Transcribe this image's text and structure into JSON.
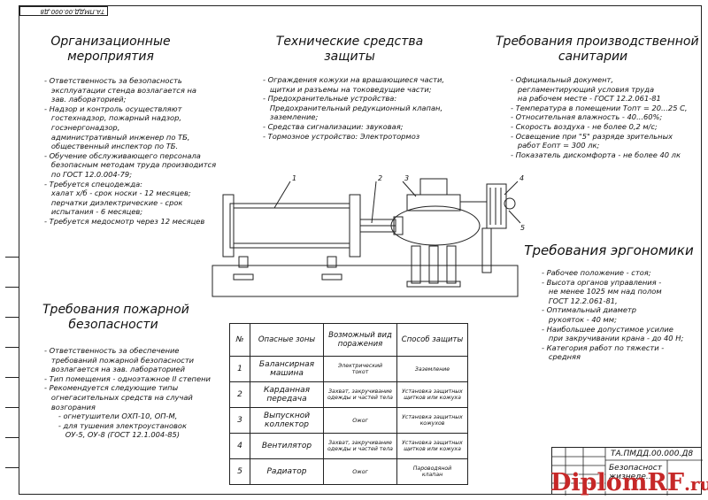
{
  "stamp_code": "ТА.ПМДД.00.000.Д8",
  "org": {
    "title": "Организационные\nмероприятия",
    "body": "- Ответственность за безопасность\n   эксплуатации стенда возлагается на\n   зав. лабораторией;\n- Надзор и контроль осуществляют\n   гостехнадзор, пожарный надзор,\n   госэнергонадзор,\n   административный инженер по ТБ,\n   общественный инспектор по ТБ.\n- Обучение обслуживающего персонала\n   безопасным методам труда производится\n   по ГОСТ 12.0.004-79;\n- Требуется спецодежда:\n   халат х/б - срок носки - 12 месяцев;\n   перчатки диэлектрические - срок\n   испытания - 6 месяцев;\n- Требуется медосмотр через 12 месяцев"
  },
  "tech": {
    "title": "Технические средства\nзащиты",
    "body": "- Ограждения кожухи на врашающиеся части,\n   щитки и разъемы на токоведущие части;\n- Предохранительные устройства:\n   Предохранительный редукционный клапан,\n   заземление;\n- Средства сигнализации: звуковая;\n- Тормозное устройство: Электротормоз"
  },
  "sanit": {
    "title": "Требования производственной\nсанитарии",
    "body": "- Официальный документ,\n   регламентирующий условия труда\n   на рабочем месте - ГОСТ 12.2.061-81\n- Температура в помещении Топт = 20...25 С,\n- Относительная влажность - 40...60%;\n- Скорость воздуха - не более 0,2 м/с;\n- Освещение при \"5\" разряде зрительных\n   работ Еопт = 300 лк;\n- Показатель дискомфорта - не более 40 лк"
  },
  "fire": {
    "title": "Требования пожарной\nбезопасности",
    "body": "- Ответственность за обеспечение\n   требований пожарной безопасности\n   возлагается на зав. лабораторией\n- Тип помещения - одноэтажное II степени\n- Рекомендуется следующие типы\n   огнегасительных средств на случай\n   возгорания\n      - огнетушители ОХП-10, ОП-М,\n      - для тушения электроустановок\n         ОУ-5, ОУ-8 (ГОСТ 12.1.004-85)"
  },
  "ergo": {
    "title": "Требования эргономики",
    "body": "- Рабочее положение - стоя;\n- Высота органов управления -\n   не менее 1025 мм над полом\n   ГОСТ 12.2.061-81,\n- Оптимальный диаметр\n   рукояток - 40 мм;\n- Наибольшее допустимое усилие\n   при закручивании крана - до 40 Н;\n- Категория работ по тяжести -\n   средняя"
  },
  "callouts": [
    "1",
    "2",
    "3",
    "4",
    "5"
  ],
  "table": {
    "headers": [
      "№",
      "Опасные зоны",
      "Возможный вид\nпоражения",
      "Способ защиты"
    ],
    "rows": [
      [
        "1",
        "Балансирная\nмашина",
        "Электрический\nтокот",
        "Заземление"
      ],
      [
        "2",
        "Карданная\nпередача",
        "Захват, закручивание\nодежды и частей тела",
        "Установка защитных\nщитков или кожуха"
      ],
      [
        "3",
        "Выпускной\nколлектор",
        "Ожог",
        "Установка защитных\nкожухов"
      ],
      [
        "4",
        "Вентилятор",
        "Захват, закручивание\nодежды и частей тела",
        "Установка защитных\nщитков или кожуха"
      ],
      [
        "5",
        "Радиатор",
        "Ожог",
        "Пароводяной\nклапан"
      ]
    ]
  },
  "titleblock": {
    "code": "ТА.ПМДД.00.000.Д8",
    "name": "Безопасност\nжизнеде..."
  },
  "watermark": {
    "main": "DiplomRF",
    "suffix": ".ru"
  }
}
